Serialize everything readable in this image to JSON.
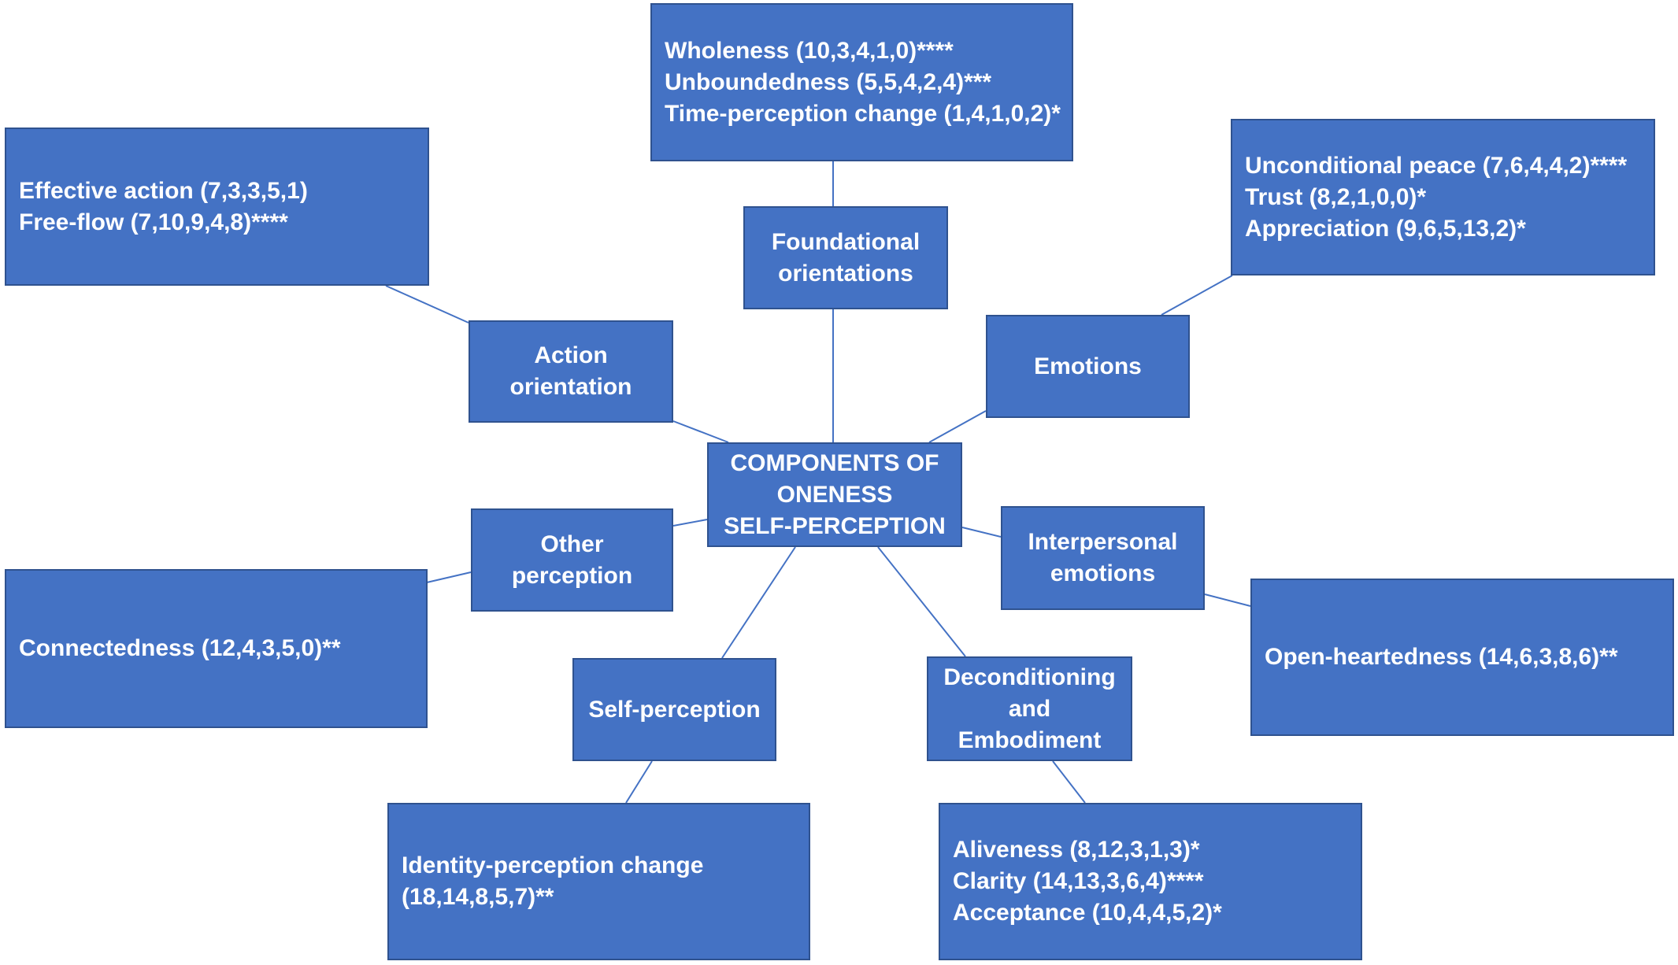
{
  "core": {
    "lines": [
      "COMPONENTS OF",
      "ONENESS",
      "SELF-PERCEPTION"
    ]
  },
  "categories": {
    "foundational": {
      "lines": [
        "Foundational",
        "orientations"
      ]
    },
    "action": {
      "lines": [
        "Action",
        "orientation"
      ]
    },
    "emotions": {
      "lines": [
        "Emotions"
      ]
    },
    "other_perception": {
      "lines": [
        "Other",
        "perception"
      ]
    },
    "interpersonal": {
      "lines": [
        "Interpersonal",
        "emotions"
      ]
    },
    "self_perception": {
      "lines": [
        "Self-perception"
      ]
    },
    "deconditioning": {
      "lines": [
        "Deconditioning",
        "and",
        "Embodiment"
      ]
    }
  },
  "details": {
    "foundational": {
      "lines": [
        "Wholeness (10,3,4,1,0)****",
        "Unboundedness (5,5,4,2,4)***",
        "Time-perception change (1,4,1,0,2)*"
      ]
    },
    "action": {
      "lines": [
        "Effective action (7,3,3,5,1)",
        "Free-flow (7,10,9,4,8)****"
      ]
    },
    "emotions": {
      "lines": [
        "Unconditional peace (7,6,4,4,2)****",
        "Trust (8,2,1,0,0)*",
        "Appreciation (9,6,5,13,2)*"
      ]
    },
    "other_perception": {
      "lines": [
        "Connectedness (12,4,3,5,0)**"
      ]
    },
    "interpersonal": {
      "lines": [
        "Open-heartedness (14,6,3,8,6)**"
      ]
    },
    "self_perception": {
      "lines": [
        "Identity-perception change",
        "(18,14,8,5,7)**"
      ]
    },
    "deconditioning": {
      "lines": [
        "Aliveness (8,12,3,1,3)*",
        "Clarity (14,13,3,6,4)****",
        "Acceptance (10,4,4,5,2)*"
      ]
    }
  },
  "colors": {
    "box_fill": "#4472C4",
    "box_border": "#2F528F",
    "text": "#FFFFFF",
    "connector": "#4472C4"
  }
}
